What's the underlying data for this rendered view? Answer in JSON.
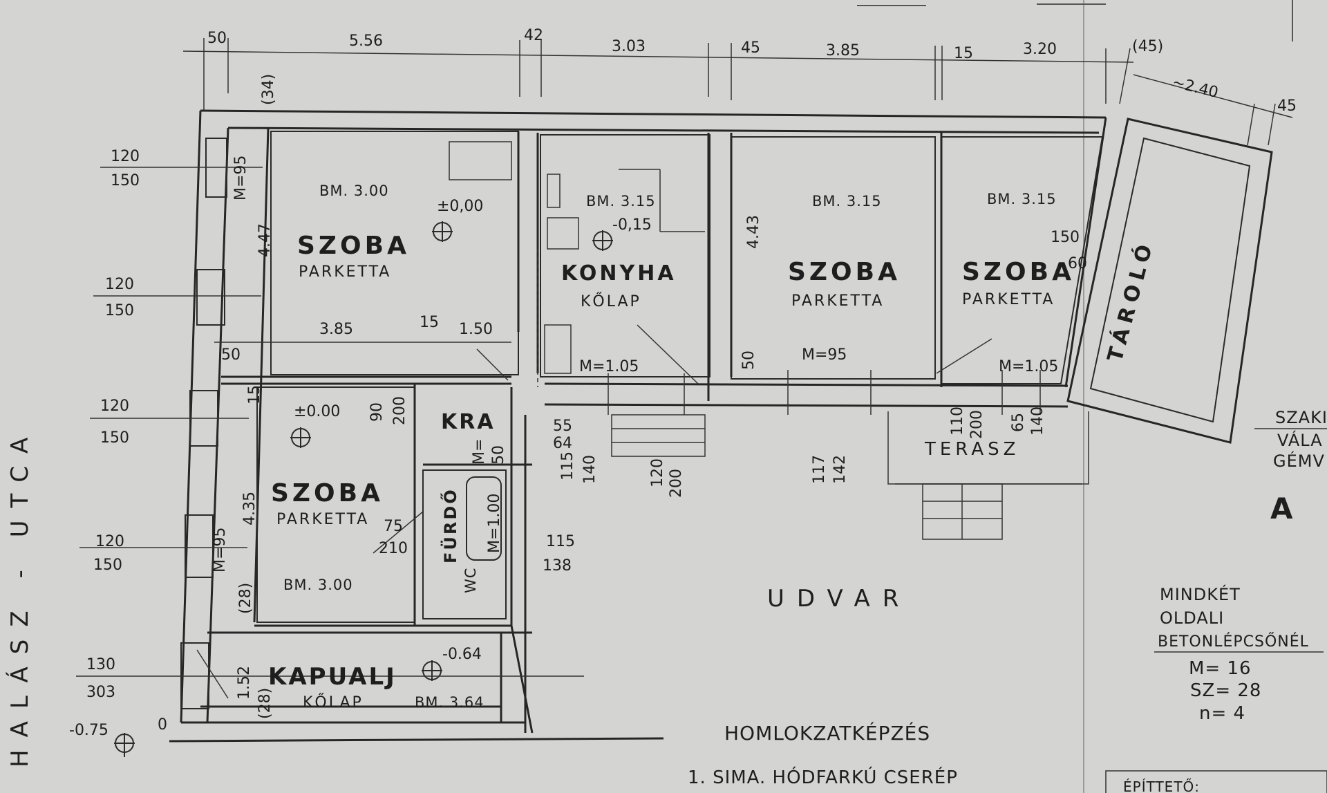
{
  "colors": {
    "paper": "#d4d4d2",
    "ink": "#262626"
  },
  "top_dims": [
    "50",
    "5.56",
    "42",
    "3.03",
    "45",
    "3.85",
    "15",
    "3.20",
    "(45)",
    "~2.40",
    "45"
  ],
  "left_dims": {
    "w1": [
      "120",
      "150"
    ],
    "w2": [
      "120",
      "150"
    ],
    "w3": [
      "120",
      "150"
    ],
    "w4": [
      "120",
      "150"
    ],
    "w5": [
      "130",
      "303"
    ]
  },
  "misc_dims": {
    "d34": "(34)",
    "m95a": "M=95",
    "d447": "4.47",
    "d385": "3.85",
    "d15a": "15",
    "d150": "1.50",
    "d50a": "50",
    "d15b": "15",
    "d90_200a": "90",
    "d90_200b": "200",
    "d435": "4.35",
    "m95b": "M=95",
    "d28a": "(28)",
    "d75": "75",
    "d210": "210",
    "d152": "1.52",
    "d28b": "(28)",
    "d0": "0",
    "d443": "4.43",
    "d50b": "50",
    "m105a": "M=1.05",
    "m95c": "M=95",
    "m105b": "M=1.05",
    "k55": "55",
    "k115": "115",
    "k64": "64",
    "k140": "140",
    "mk": "M=",
    "mk2": "50",
    "b115": "115",
    "b138": "138",
    "m100": "M=1.00",
    "st120": "120",
    "st200": "200",
    "d117": "117",
    "d142": "142",
    "t110": "110",
    "t200": "200",
    "t65": "65",
    "t140": "140",
    "w150": "150",
    "w60": "60"
  },
  "levels": {
    "l1": "±0,00",
    "l2": "-0,15",
    "l3": "±0.00",
    "l4": "-0.64",
    "l5": "-0.75"
  },
  "rooms": {
    "szoba1": {
      "name": "SZOBA",
      "floor": "PARKETTA",
      "bm": "BM. 3.00"
    },
    "konyha": {
      "name": "KONYHA",
      "floor": "KŐLAP",
      "bm": "BM. 3.15"
    },
    "szoba2": {
      "name": "SZOBA",
      "floor": "PARKETTA",
      "bm": "BM. 3.15"
    },
    "szoba3": {
      "name": "SZOBA",
      "floor": "PARKETTA",
      "bm": "BM. 3.15"
    },
    "taroló": {
      "name": "TÁROLÓ"
    },
    "kra": {
      "name": "KRA"
    },
    "szoba4": {
      "name": "SZOBA",
      "floor": "PARKETTA",
      "bm": "BM. 3.00"
    },
    "furdo": {
      "name": "FÜRDŐ",
      "wc": "WC"
    },
    "kapualj": {
      "name": "KAPUALJ",
      "floor": "KŐLAP",
      "bm": "BM. 3.64"
    },
    "terasz": {
      "name": "TERASZ"
    },
    "udvar": {
      "name": "UDVAR"
    }
  },
  "street_label": "HALÁSZ - UTCA",
  "notes": {
    "stairs": [
      "MINDKÉT",
      "OLDALI",
      "BETONLÉPCSŐNÉL",
      "M= 16",
      "SZ= 28",
      "n= 4"
    ],
    "facade_title": "HOMLOKZATKÉPZÉS",
    "facade_item": "1.  SIMA. HÓDFARKÚ CSERÉP",
    "edge": [
      "SZAKI",
      "VÁLA",
      "GÉMV",
      "A"
    ],
    "bottom_box": "ÉPÍTTETŐ:"
  }
}
